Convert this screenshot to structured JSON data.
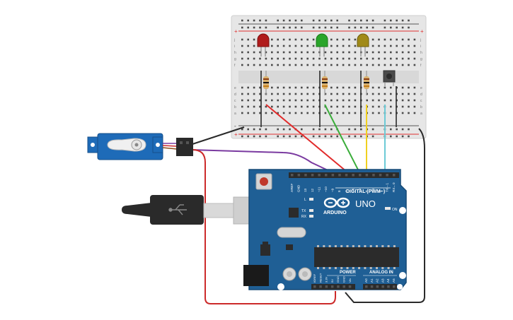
{
  "arduino": {
    "brand": "ARDUINO",
    "model": "UNO",
    "digital_label": "DIGITAL (PWM~)",
    "power_label": "POWER",
    "analog_label": "ANALOG IN",
    "on_label": "ON",
    "l_label": "L",
    "tx_label": "TX",
    "rx_label": "RX",
    "digital_pins": [
      "AREF",
      "GND",
      "13",
      "12",
      "~11",
      "~10",
      "~9",
      "8",
      "7",
      "~6",
      "~5",
      "4",
      "~3",
      "2",
      "TX→1",
      "RX←0"
    ],
    "power_pins": [
      "IOREF",
      "RESET",
      "3.3V",
      "5V",
      "GND",
      "GND",
      "Vin"
    ],
    "analog_pins": [
      "A0",
      "A1",
      "A2",
      "A3",
      "A4",
      "A5"
    ],
    "colors": {
      "board": "#1f5f95",
      "board_edge": "#164a76",
      "header": "#2b2b2b"
    }
  },
  "breadboard": {
    "rail_plus": "+",
    "rail_minus": "-",
    "row_letters_top": [
      "j",
      "i",
      "h",
      "g",
      "f"
    ],
    "row_letters_bottom": [
      "e",
      "d",
      "c",
      "b",
      "a"
    ],
    "colors": {
      "body": "#e8e8e8",
      "rail_red": "#e03030",
      "rail_black": "#333333"
    }
  },
  "components": {
    "leds": [
      {
        "name": "red-led",
        "color": "#b01c1c"
      },
      {
        "name": "green-led",
        "color": "#2aa52a"
      },
      {
        "name": "yellow-led",
        "color": "#a08a18"
      }
    ],
    "resistor_color": "#d9b26f",
    "servo_color": "#1e6bb8",
    "pushbutton_color": "#4a4a4a"
  },
  "wires": {
    "red": "#e12b2b",
    "green": "#3aad3a",
    "yellow": "#f0d020",
    "cyan": "#6ccad6",
    "purple": "#7a3aa0",
    "black": "#2a2a2a",
    "red_power": "#cc2a2a"
  },
  "usb": {
    "cable_color": "#2a2a2a",
    "plug_color": "#c8c8c8"
  }
}
